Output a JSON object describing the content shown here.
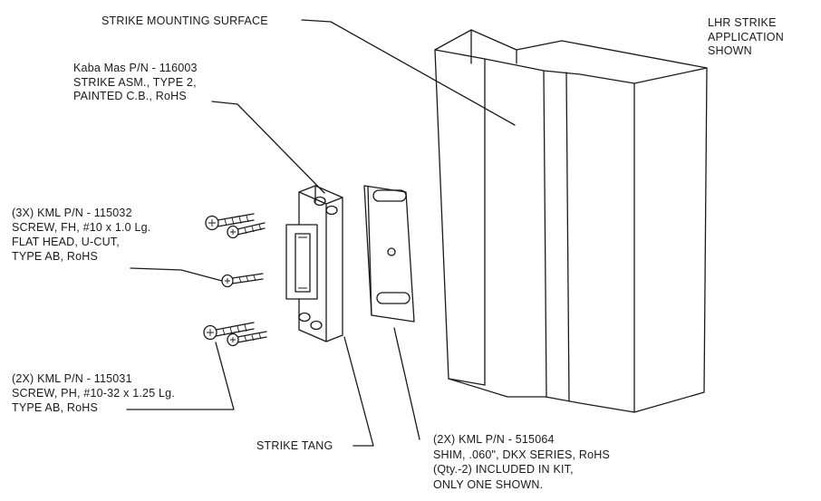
{
  "labels": {
    "strike_mounting_surface": [
      "STRIKE MOUNTING SURFACE"
    ],
    "application": [
      "LHR STRIKE",
      "APPLICATION",
      "SHOWN"
    ],
    "strike_asm": [
      "Kaba Mas P/N - 116003",
      "STRIKE ASM., TYPE 2,",
      "PAINTED C.B., RoHS"
    ],
    "flat_head_screw": [
      "(3X) KML P/N - 115032",
      "SCREW, FH, #10 x 1.0 Lg.",
      "FLAT HEAD, U-CUT,",
      "TYPE AB, RoHS"
    ],
    "pan_head_screw": [
      "(2X) KML P/N - 115031",
      "SCREW, PH, #10-32 x 1.25 Lg.",
      "TYPE AB, RoHS"
    ],
    "strike_tang": [
      "STRIKE TANG"
    ],
    "shim": [
      "(2X) KML P/N - 515064",
      "SHIM, .060\", DKX SERIES, RoHS",
      "(Qty.-2) INCLUDED IN KIT,",
      "ONLY ONE SHOWN."
    ]
  }
}
